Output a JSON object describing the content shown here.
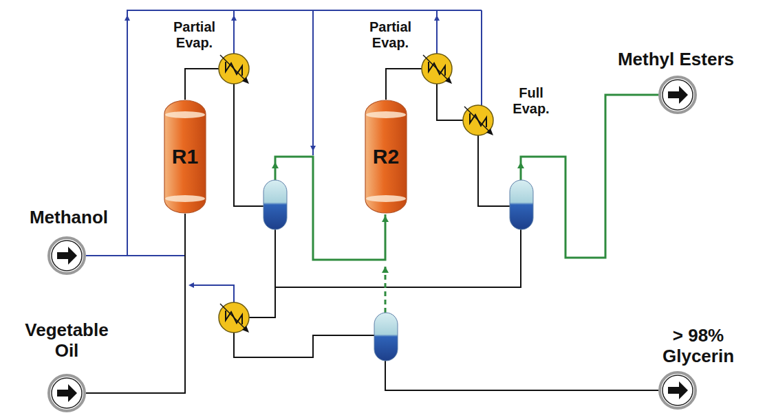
{
  "diagram": {
    "nodes": [
      {
        "text": [
          "Partial Evap."
        ]
      },
      {
        "text": [
          "Partial Evap."
        ]
      },
      {
        "text": [
          "Methyl Esters"
        ]
      },
      {
        "text": [
          "Full Evap."
        ]
      },
      {
        "text": [
          "R1"
        ]
      },
      {
        "text": [
          "R2"
        ]
      },
      {
        "text": [
          "Methanol"
        ]
      },
      {
        "text": [
          "Vegetable Oil"
        ]
      },
      {
        "text": [
          "> 98% Glycerin"
        ]
      }
    ],
    "edges": [
      {
        "from": 6,
        "to": 4,
        "arrow": "none"
      },
      {
        "from": 7,
        "to": 4,
        "arrow": "none"
      },
      {
        "from": 4,
        "to": 0,
        "arrow": "none"
      },
      {
        "from": 5,
        "to": 1,
        "arrow": "none"
      },
      {
        "from": 1,
        "to": 3,
        "arrow": "none"
      }
    ]
  }
}
